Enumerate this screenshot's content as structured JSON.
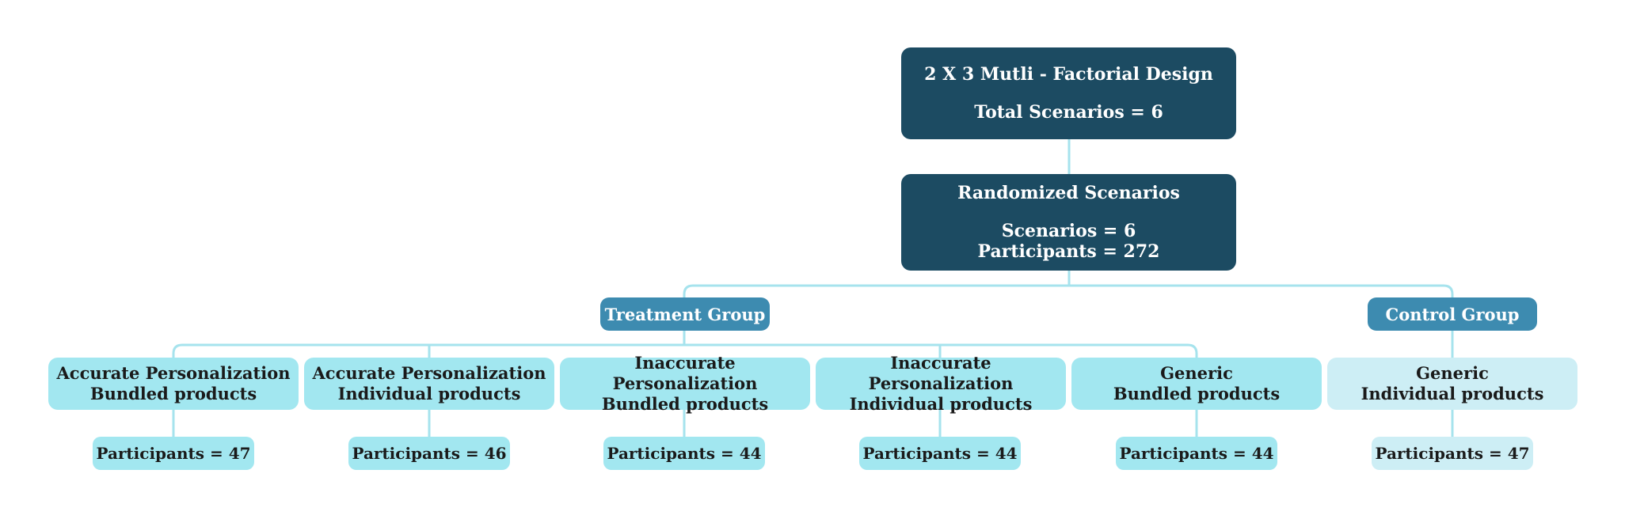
{
  "root": {
    "title": "2 X 3 Mutli - Factorial Design",
    "subtitle": "Total Scenarios = 6"
  },
  "randomized": {
    "title": "Randomized Scenarios",
    "scenarios": "Scenarios = 6",
    "participants": "Participants = 272"
  },
  "treatment": {
    "label": "Treatment Group"
  },
  "control": {
    "label": "Control Group"
  },
  "conditions": [
    {
      "line1": "Accurate Personalization",
      "line2": "Bundled products",
      "participants": "Participants = 47"
    },
    {
      "line1": "Accurate Personalization",
      "line2": "Individual products",
      "participants": "Participants = 46"
    },
    {
      "line1": "Inaccurate Personalization",
      "line2": "Bundled products",
      "participants": "Participants = 44"
    },
    {
      "line1": "Inaccurate Personalization",
      "line2": "Individual products",
      "participants": "Participants = 44"
    },
    {
      "line1": "Generic",
      "line2": "Bundled products",
      "participants": "Participants = 44"
    },
    {
      "line1": "Generic",
      "line2": "Individual products",
      "participants": "Participants = 47"
    }
  ],
  "colors": {
    "dark_node": "#1c4b62",
    "group_node": "#3d8bb0",
    "treatment_condition": "#a2e7f0",
    "control_condition": "#cdeef5",
    "connector": "#a6e3ed"
  }
}
